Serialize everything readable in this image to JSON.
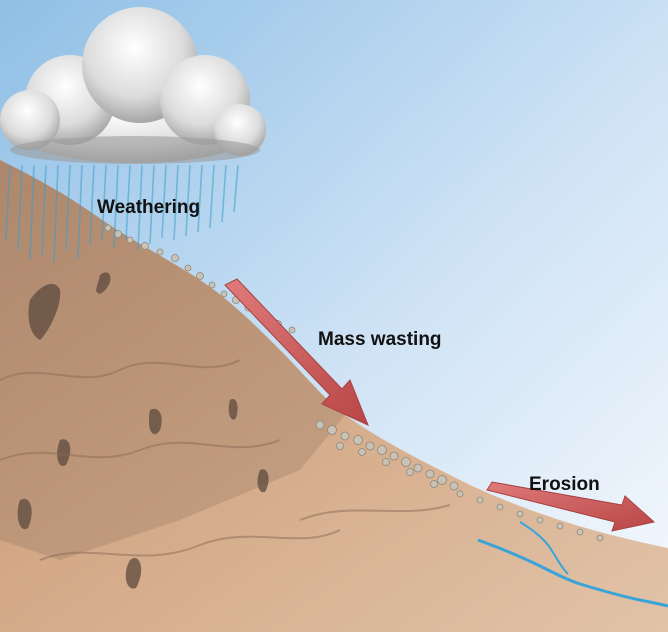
{
  "labels": {
    "weathering": "Weathering",
    "mass_wasting": "Mass wasting",
    "erosion": "Erosion"
  },
  "colors": {
    "sky_top": "#9cc7ea",
    "sky_bottom": "#f3f8fd",
    "rock_light": "#d7ad8b",
    "rock_dark": "#8a6a55",
    "arrow": "#c75555",
    "stream": "#3aa3d8",
    "rain": "#3a9fc6",
    "cloud": "#e6e6e6"
  },
  "icons": {
    "cloud": "cloud-icon",
    "rain": "rain-icon",
    "stream": "stream-icon"
  }
}
